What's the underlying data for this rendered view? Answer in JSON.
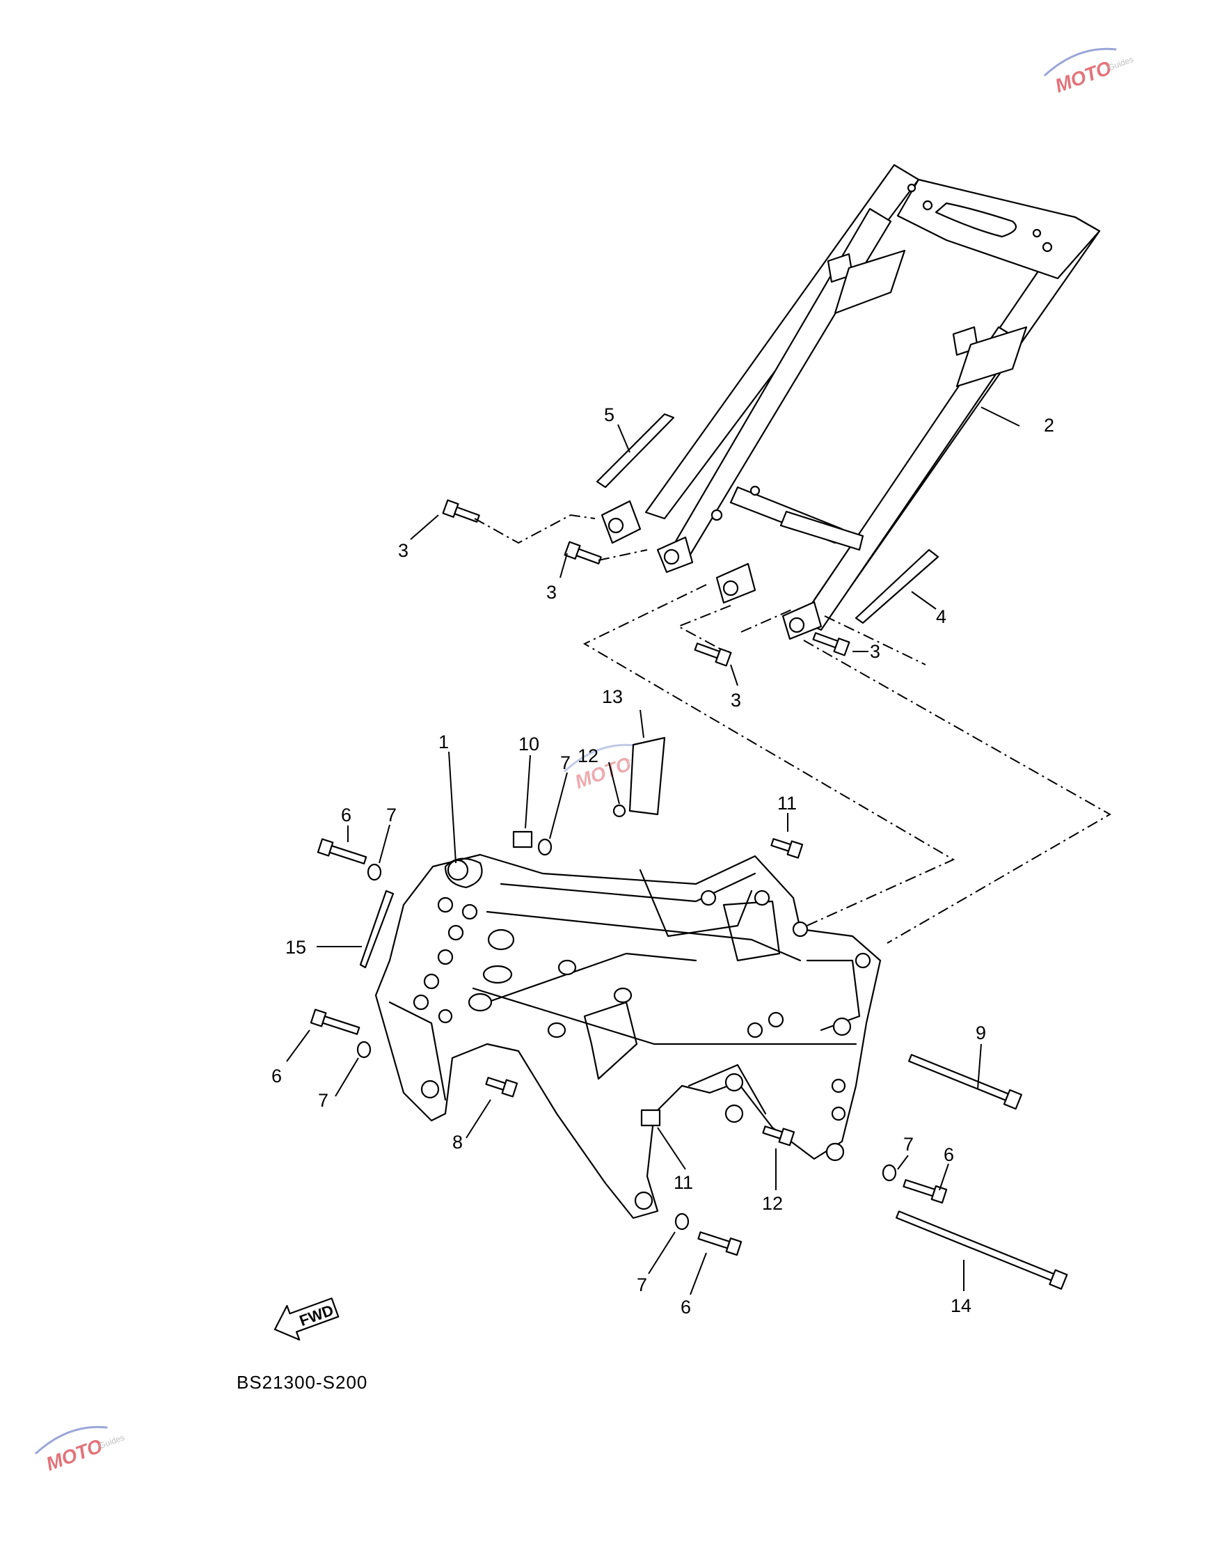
{
  "diagram": {
    "code": "BS21300-S200",
    "fwd_label": "FWD",
    "callouts": [
      {
        "id": "c1",
        "text": "1"
      },
      {
        "id": "c2",
        "text": "2"
      },
      {
        "id": "c3a",
        "text": "3"
      },
      {
        "id": "c3b",
        "text": "3"
      },
      {
        "id": "c3c",
        "text": "3"
      },
      {
        "id": "c3d",
        "text": "3"
      },
      {
        "id": "c4",
        "text": "4"
      },
      {
        "id": "c5",
        "text": "5"
      },
      {
        "id": "c6a",
        "text": "6"
      },
      {
        "id": "c6b",
        "text": "6"
      },
      {
        "id": "c6c",
        "text": "6"
      },
      {
        "id": "c6d",
        "text": "6"
      },
      {
        "id": "c7a",
        "text": "7"
      },
      {
        "id": "c7b",
        "text": "7"
      },
      {
        "id": "c7c",
        "text": "7"
      },
      {
        "id": "c7d",
        "text": "7"
      },
      {
        "id": "c7e",
        "text": "7"
      },
      {
        "id": "c8",
        "text": "8"
      },
      {
        "id": "c9",
        "text": "9"
      },
      {
        "id": "c10",
        "text": "10"
      },
      {
        "id": "c11a",
        "text": "11"
      },
      {
        "id": "c11b",
        "text": "11"
      },
      {
        "id": "c12a",
        "text": "12"
      },
      {
        "id": "c12b",
        "text": "12"
      },
      {
        "id": "c13",
        "text": "13"
      },
      {
        "id": "c14",
        "text": "14"
      },
      {
        "id": "c15",
        "text": "15"
      }
    ]
  },
  "watermark": {
    "logo": "MOTO",
    "sub": "Guides",
    "color": "#e2737a"
  }
}
